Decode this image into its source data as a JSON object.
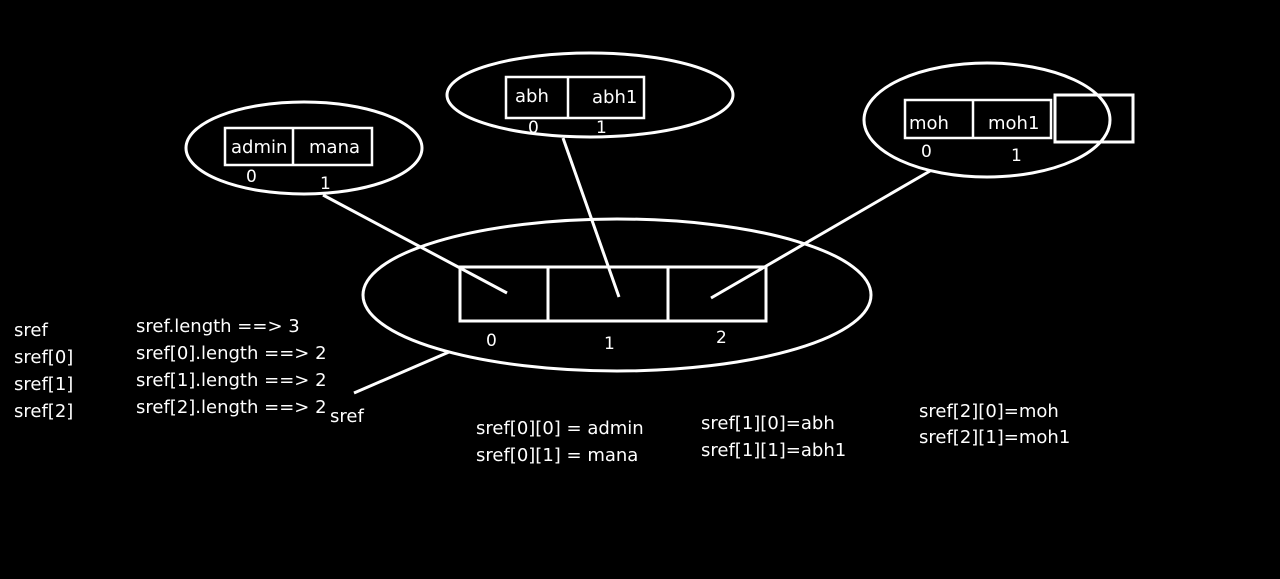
{
  "colors": {
    "background": "#000000",
    "foreground": "#ffffff"
  },
  "main_array": {
    "label": "sref",
    "indices": [
      "0",
      "1",
      "2"
    ]
  },
  "arrays": [
    {
      "id": "admin-array",
      "cells": [
        "admin",
        "mana"
      ],
      "indices": [
        "0",
        "1"
      ]
    },
    {
      "id": "abh-array",
      "cells": [
        "abh",
        "abh1"
      ],
      "indices": [
        "0",
        "1"
      ]
    },
    {
      "id": "moh-array",
      "cells": [
        "moh",
        "moh1",
        ""
      ],
      "indices": [
        "0",
        "1"
      ]
    }
  ],
  "references": [
    "sref",
    "sref[0]",
    "sref[1]",
    "sref[2]"
  ],
  "lengths": [
    "sref.length ==> 3",
    "sref[0].length ==> 2",
    "sref[1].length ==> 2",
    "sref[2].length ==> 2"
  ],
  "accesses": [
    [
      "sref[0][0] = admin",
      "sref[0][1] = mana"
    ],
    [
      "sref[1][0]=abh",
      "sref[1][1]=abh1"
    ],
    [
      "sref[2][0]=moh",
      "sref[2][1]=moh1"
    ]
  ]
}
